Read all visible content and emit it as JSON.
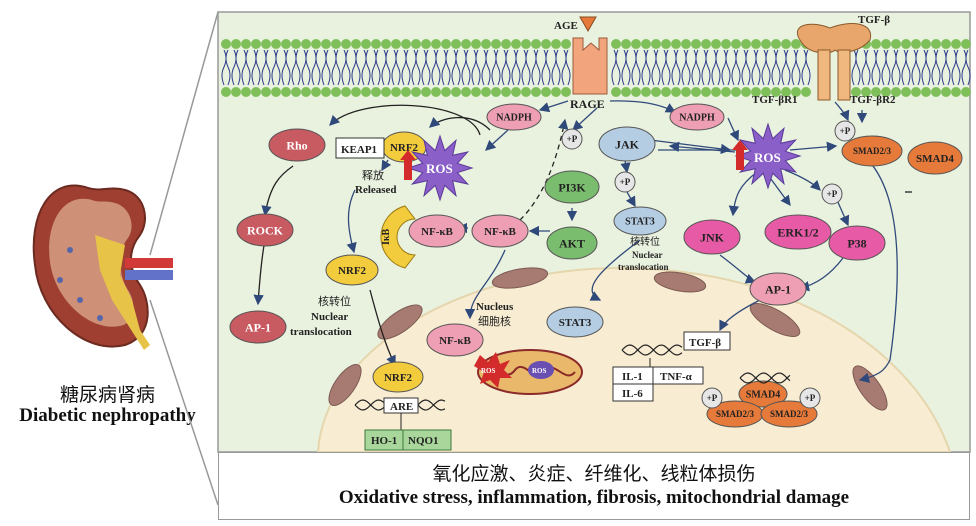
{
  "kidney": {
    "caption_cn": "糖尿病肾病",
    "caption_en": "Diabetic nephropathy"
  },
  "membrane": {
    "age": "AGE",
    "rage": "RAGE",
    "tgfb": "TGF-β",
    "tgfbr1": "TGF-βR1",
    "tgfbr2": "TGF-βR2"
  },
  "nodes": {
    "nadph_left": "NADPH",
    "nadph_right": "NADPH",
    "rho": "Rho",
    "keap1": "KEAP1",
    "nrf2_top": "NRF2",
    "ros_left": "ROS",
    "released_cn": "释放",
    "released_en": "Released",
    "rock": "ROCK",
    "ap1_left": "AP-1",
    "nrf2_mid": "NRF2",
    "nuc_trans_cn_left": "核转位",
    "nuc_trans_en1_left": "Nuclear",
    "nuc_trans_en2_left": "translocation",
    "ikb": "IκB",
    "nfkb_complex": "NF-κB",
    "nfkb_free": "NF-κB",
    "p_pi3k": "+P",
    "pi3k": "PI3K",
    "akt": "AKT",
    "jak": "JAK",
    "p_stat3": "+P",
    "stat3_top": "STAT3",
    "nuc_trans_cn_mid": "核转位",
    "nuc_trans_en1_mid": "Nuclear",
    "nuc_trans_en2_mid": "translocation",
    "ros_right": "ROS",
    "p_smad": "+P",
    "smad23_top": "SMAD2/3",
    "smad4_top": "SMAD4",
    "jnk": "JNK",
    "erk": "ERK1/2",
    "p_p38": "+P",
    "p38": "P38",
    "ap1_right": "AP-1"
  },
  "nucleus": {
    "label_en": "Nucleus",
    "label_cn": "细胞核",
    "nfkb": "NF-κB",
    "stat3": "STAT3",
    "nrf2": "NRF2",
    "are": "ARE",
    "ho1": "HO-1",
    "nqo1": "NQO1",
    "tgfb_gene": "TGF-β",
    "il1": "IL-1",
    "tnfa": "TNF-α",
    "il6": "IL-6",
    "smad4": "SMAD4",
    "smad23_a": "SMAD2/3",
    "smad23_b": "SMAD2/3",
    "p_a": "+P",
    "p_b": "+P",
    "mito_ros_a": "ROS",
    "mito_ros_b": "ROS"
  },
  "footer": {
    "cn": "氧化应激、炎症、纤维化、线粒体损伤",
    "en": "Oxidative stress, inflammation, fibrosis, mitochondrial damage"
  },
  "colors": {
    "cytoplasm": "#e9f1df",
    "nucleus": "#f8edd3",
    "membrane_head": "#7fbf5a",
    "red_node": "#c85a62",
    "pink_node": "#ee9fb3",
    "yellow_node": "#f3cc3e",
    "green_node": "#7bbd6e",
    "blue_node": "#b5cde3",
    "magenta_node": "#e75aa6",
    "orange_node": "#e67a3a",
    "ros_purple": "#8a5fc8"
  }
}
